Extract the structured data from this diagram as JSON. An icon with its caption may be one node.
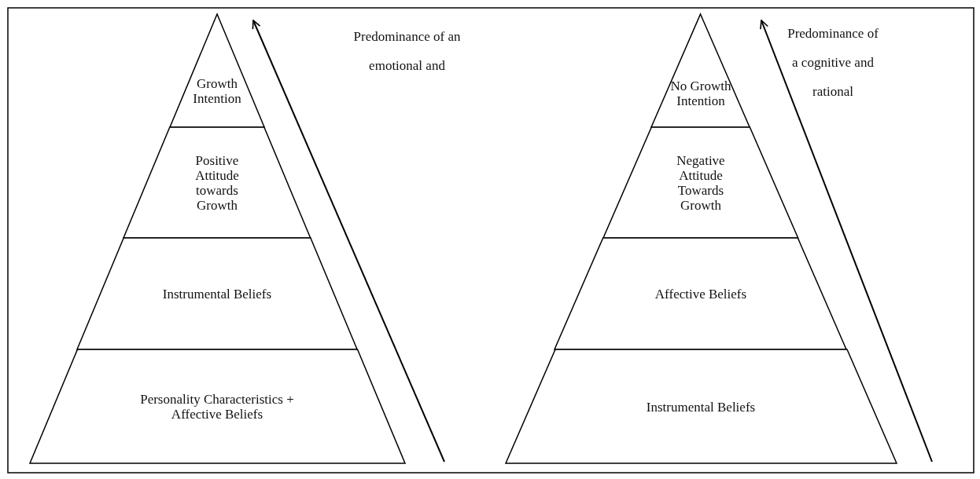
{
  "diagram": {
    "nodes": [
      {
        "text": [
          "Growth Intention"
        ]
      },
      {
        "text": [
          "Positive Attitude towards Growth"
        ]
      },
      {
        "text": [
          "Instrumental Beliefs"
        ]
      },
      {
        "text": [
          "Personality Characteristics + Affective Beliefs"
        ]
      },
      {
        "text": [
          "No Growth Intention"
        ]
      },
      {
        "text": [
          "Negative Attitude Towards Growth"
        ]
      },
      {
        "text": [
          "Affective Beliefs"
        ]
      },
      {
        "text": [
          "Instrumental Beliefs"
        ]
      }
    ],
    "labels": [
      "Predominance of an emotional and",
      "Predominance of a cognitive and rational"
    ]
  }
}
